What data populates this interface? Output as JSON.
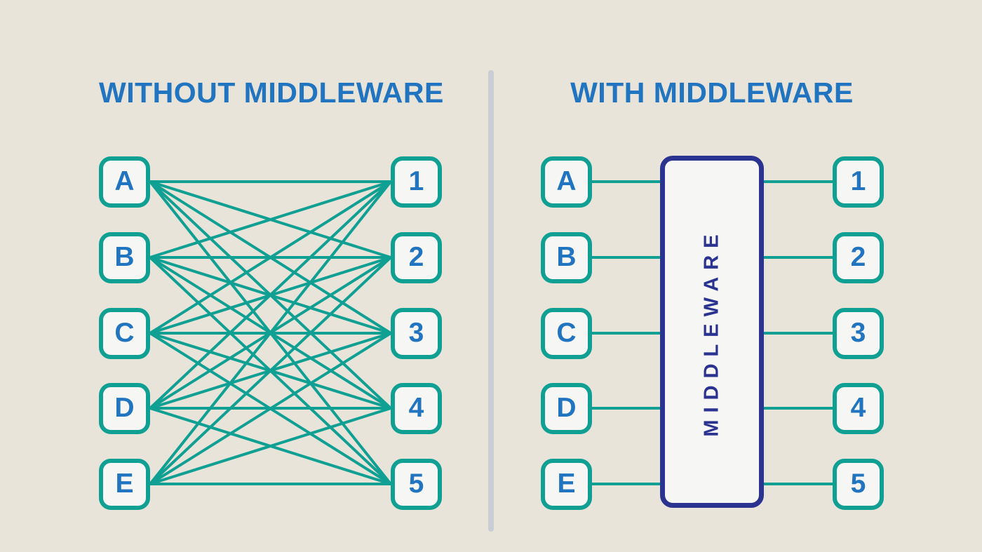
{
  "colors": {
    "background": "#e8e4d9",
    "teal": "#10a093",
    "blue": "#2174bf",
    "navy": "#2b3390",
    "node_fill": "#f6f7f4",
    "divider": "#c9cdd4"
  },
  "left_panel": {
    "title": "WITHOUT MIDDLEWARE",
    "sources": [
      "A",
      "B",
      "C",
      "D",
      "E"
    ],
    "targets": [
      "1",
      "2",
      "3",
      "4",
      "5"
    ],
    "connections": "full-mesh"
  },
  "right_panel": {
    "title": "WITH MIDDLEWARE",
    "sources": [
      "A",
      "B",
      "C",
      "D",
      "E"
    ],
    "middleware_label": "MIDDLEWARE",
    "targets": [
      "1",
      "2",
      "3",
      "4",
      "5"
    ],
    "connections": "via-middleware"
  }
}
